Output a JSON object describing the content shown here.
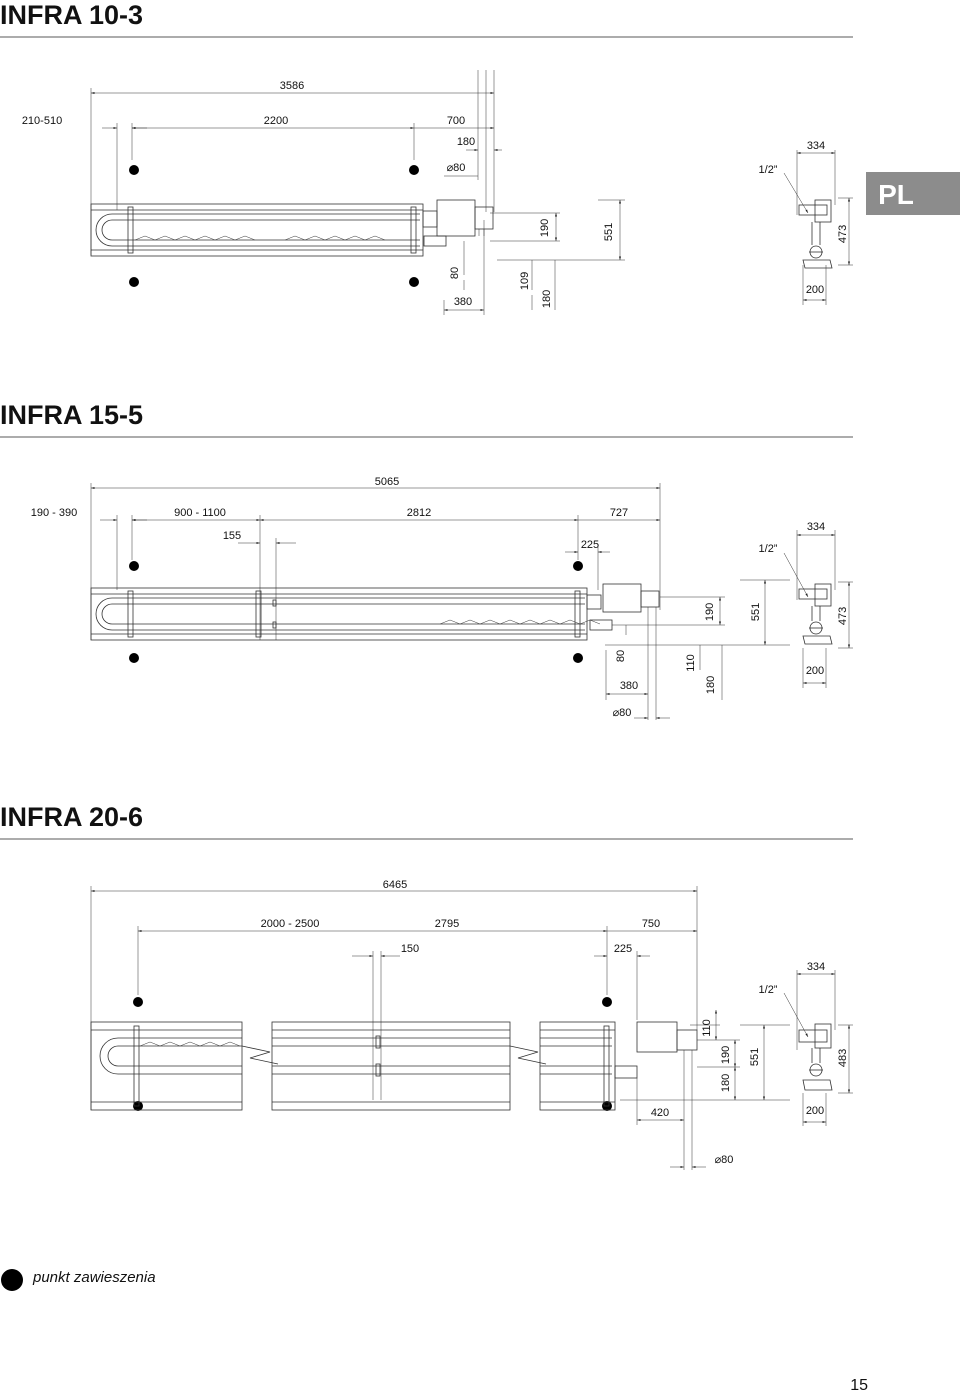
{
  "language_badge": "PL",
  "page_number": "15",
  "legend": {
    "label": "punkt zawieszenia"
  },
  "sections": [
    {
      "title": "INFRA 10-3",
      "dims": {
        "total": "3586",
        "left_offset": "210-510",
        "mid_span": "2200",
        "right_span": "700",
        "burner_w": "180",
        "pipe_dia": "⌀80",
        "thread": "1/2”",
        "side_w": "334",
        "side_h": "473",
        "side_b": "200",
        "h190": "190",
        "h551": "551",
        "v80": "80",
        "v109": "109",
        "v180": "180",
        "w380": "380"
      }
    },
    {
      "title": "INFRA 15-5",
      "dims": {
        "total": "5065",
        "left_offset": "190 - 390",
        "sec1": "900 - 1100",
        "mid_span": "2812",
        "right_span": "727",
        "small": "155",
        "burner": "225",
        "thread": "1/2”",
        "side_w": "334",
        "side_h": "473",
        "side_b": "200",
        "h190": "190",
        "h551": "551",
        "v80": "80",
        "v110": "110",
        "v180": "180",
        "w380": "380",
        "pipe_dia": "⌀80"
      }
    },
    {
      "title": "INFRA 20-6",
      "dims": {
        "total": "6465",
        "sec1": "2000 - 2500",
        "mid_span": "2795",
        "right_span": "750",
        "small": "150",
        "burner": "225",
        "thread": "1/2”",
        "side_w": "334",
        "side_h": "483",
        "side_b": "200",
        "h110": "110",
        "h190": "190",
        "h180": "180",
        "h551": "551",
        "w420": "420",
        "pipe_dia": "⌀80"
      }
    }
  ]
}
